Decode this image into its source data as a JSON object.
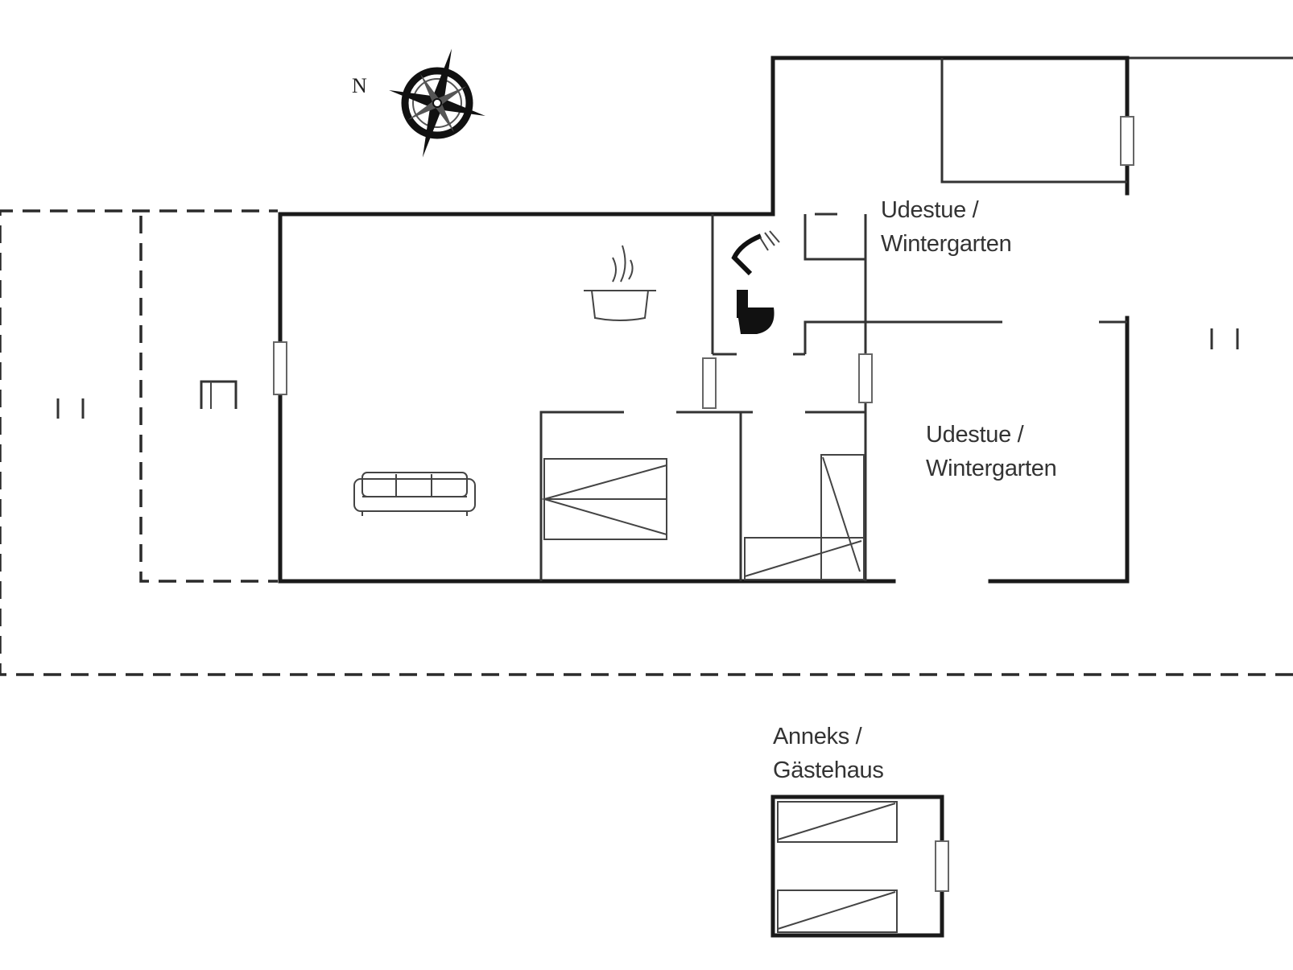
{
  "compass": {
    "north_label": "N",
    "icon": "compass-rose-icon"
  },
  "rooms": {
    "winter_garden_upper": {
      "line1": "Udestue /",
      "line2": "Wintergarten"
    },
    "winter_garden_lower": {
      "line1": "Udestue /",
      "line2": "Wintergarten"
    },
    "annex": {
      "line1": "Anneks /",
      "line2": "Gästehaus"
    }
  },
  "icons": [
    "compass-rose-icon",
    "cooking-pot-icon",
    "sofa-icon",
    "shower-icon",
    "toilet-icon",
    "bed-icon",
    "chair-icon",
    "bench-icon"
  ],
  "colors": {
    "wall": "#1a1a1a",
    "text": "#333333",
    "background": "#ffffff"
  }
}
